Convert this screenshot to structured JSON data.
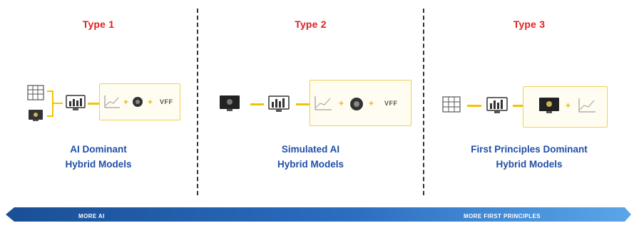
{
  "columns": [
    {
      "type_label": "Type 1",
      "caption": [
        "AI Dominant",
        "Hybrid Models"
      ],
      "vff_label": "VFF"
    },
    {
      "type_label": "Type 2",
      "caption": [
        "Simulated AI",
        "Hybrid Models"
      ],
      "vff_label": "VFF"
    },
    {
      "type_label": "Type 3",
      "caption": [
        "First Principles Dominant",
        "Hybrid Models"
      ]
    }
  ],
  "arrow": {
    "left_label": "MORE AI",
    "right_label": "MORE FIRST PRINCIPLES"
  },
  "colors": {
    "type_label": "#e02020",
    "caption": "#1f4fa8",
    "connector": "#f3c300",
    "arrow_dark": "#1a4f96",
    "arrow_light": "#4f9be0"
  },
  "icons": [
    "data-table-icon",
    "monitor-icon",
    "analytics-monitor-icon",
    "line-chart-icon",
    "ai-head-icon"
  ]
}
